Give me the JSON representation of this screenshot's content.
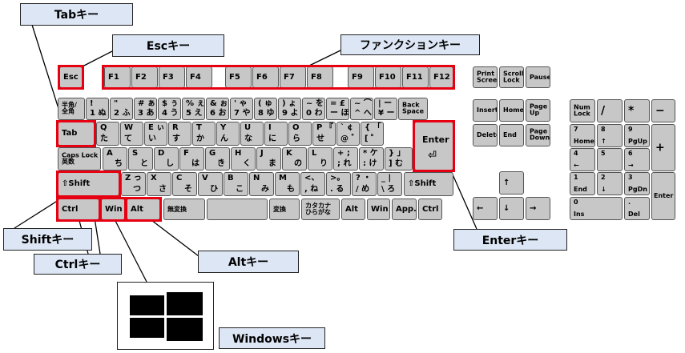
{
  "callouts": {
    "tab": "Tabキー",
    "esc": "Escキー",
    "function": "ファンクションキー",
    "shift": "Shiftキー",
    "ctrl": "Ctrlキー",
    "alt": "Altキー",
    "enter": "Enterキー",
    "windows": "Windowsキー"
  },
  "keys": {
    "esc": "Esc",
    "f1": "F1",
    "f2": "F2",
    "f3": "F3",
    "f4": "F4",
    "f5": "F5",
    "f6": "F6",
    "f7": "F7",
    "f8": "F8",
    "f9": "F9",
    "f10": "F10",
    "f11": "F11",
    "f12": "F12",
    "print_screen": "Print\nScreen",
    "scroll_lock": "Scroll\nLock",
    "pause": "Pause",
    "hankaku": "半角/\n全角",
    "n1_top": "!",
    "n1_bot": "1 ぬ",
    "n2_top": "\"",
    "n2_bot": "2 ふ",
    "n3_top": "# ぁ",
    "n3_bot": "3 あ",
    "n4_top": "$ ぅ",
    "n4_bot": "4 う",
    "n5_top": "% ぇ",
    "n5_bot": "5 え",
    "n6_top": "& ぉ",
    "n6_bot": "6 お",
    "n7_top": "' ゃ",
    "n7_bot": "7 や",
    "n8_top": "( ゅ",
    "n8_bot": "8 ゆ",
    "n9_top": ") ょ",
    "n9_bot": "9 よ",
    "n0_top": "~ を",
    "n0_bot": "0 わ",
    "minus_top": "= £",
    "minus_bot": "ー ほ",
    "caret_top": "~ ⌒",
    "caret_bot": "^ へ",
    "yen_top": "| ー",
    "yen_bot": "¥ ー",
    "backspace": "Back\nSpace",
    "tab": "Tab",
    "q_top": "Q",
    "q_bot": "た",
    "w_top": "W",
    "w_bot": "て",
    "e_top": "E ぃ",
    "e_bot": "い",
    "r_top": "R",
    "r_bot": "す",
    "t_top": "T",
    "t_bot": "か",
    "y_top": "Y",
    "y_bot": "ん",
    "u_top": "U",
    "u_bot": "な",
    "i_top": "I",
    "i_bot": "に",
    "o_top": "O",
    "o_bot": "ら",
    "p_top": "P 『",
    "p_bot": "せ",
    "at_top": "` ¢",
    "at_bot": "@ ゛",
    "bracket_top": "{ 「",
    "bracket_bot": "[ ゜",
    "enter": "Enter",
    "enter_symbol": "⏎",
    "caps": "Caps Lock\n英数",
    "a_top": "A",
    "a_bot": "ち",
    "s_top": "S",
    "s_bot": "と",
    "d_top": "D",
    "d_bot": "し",
    "f_top": "F",
    "f_bot": "は",
    "g_top": "G",
    "g_bot": "き",
    "h_top": "H",
    "h_bot": "く",
    "j_top": "J",
    "j_bot": "ま",
    "k_top": "K",
    "k_bot": "の",
    "l_top": "L",
    "l_bot": "り",
    "semi_top": "+ ;",
    "semi_bot": "; れ",
    "colon_top": "* ケ",
    "colon_bot": ": け",
    "rbracket_top": "} 」",
    "rbracket_bot": "] む",
    "shift_l": "⇧Shift",
    "z_top": "Z っ",
    "z_bot": "つ",
    "x_top": "X",
    "x_bot": "さ",
    "c_top": "C",
    "c_bot": "そ",
    "v_top": "V",
    "v_bot": "ひ",
    "b_top": "B",
    "b_bot": "こ",
    "n_top": "N",
    "n_bot": "み",
    "m_top": "M",
    "m_bot": "も",
    "comma_top": "<、",
    "comma_bot": ", ね",
    "period_top": ">。",
    "period_bot": ". る",
    "slash_top": "? ・",
    "slash_bot": "/ め",
    "backslash_top": "_ |",
    "backslash_bot": "\\ ろ",
    "shift_r": "⇧Shift",
    "ctrl_l": "Ctrl",
    "win_l": "Win",
    "alt_l": "Alt",
    "muhenkan": "無変換",
    "henkan": "変換",
    "kana": "カタカナ\nひらがな",
    "alt_r": "Alt",
    "win_r": "Win",
    "app": "App.",
    "ctrl_r": "Ctrl",
    "insert": "Insert",
    "home": "Home",
    "page_up": "Page\nUp",
    "delete": "Delete",
    "end": "End",
    "page_down": "Page\nDown",
    "arrow_up": "↑",
    "arrow_left": "←",
    "arrow_down": "↓",
    "arrow_right": "→",
    "num_lock": "Num\nLock",
    "num_div": "/",
    "num_mul": "*",
    "num_minus": "−",
    "num7_top": "7",
    "num7_bot": "Home",
    "num8_top": "8",
    "num8_bot": "↑",
    "num9_top": "9",
    "num9_bot": "PgUp",
    "num_plus": "+",
    "num4_top": "4",
    "num4_bot": "←",
    "num5": "5",
    "num6_top": "6",
    "num6_bot": "→",
    "num1_top": "1",
    "num1_bot": "End",
    "num2_top": "2",
    "num2_bot": "↓",
    "num3_top": "3",
    "num3_bot": "PgDn",
    "num_enter": "Enter",
    "num0_top": "0",
    "num0_bot": "Ins",
    "num_dot_top": ".",
    "num_dot_bot": "Del"
  },
  "colors": {
    "key_fill": "#c7c7c7",
    "highlight": "#e60012",
    "callout_fill": "#dce6f4",
    "windows_logo": "#000000"
  }
}
